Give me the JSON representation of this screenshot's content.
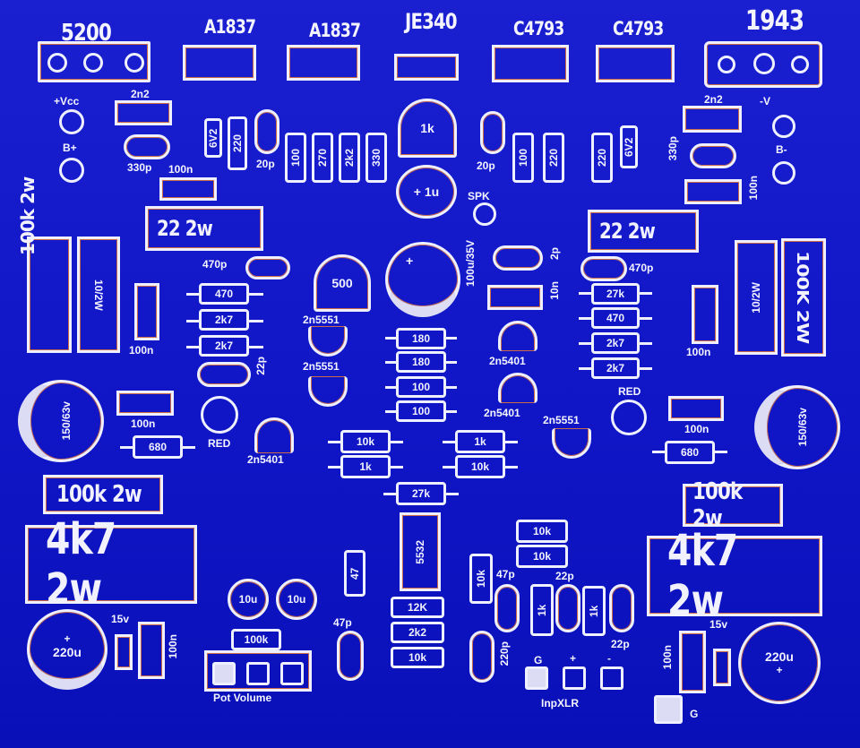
{
  "board": {
    "background_color": "#1016c6",
    "silkscreen_color": "#eef0ff",
    "copper_edge_color": "#c96a4a"
  },
  "transistors_top": [
    {
      "label": "5200"
    },
    {
      "label": "A1837"
    },
    {
      "label": "A1837"
    },
    {
      "label": "JE340"
    },
    {
      "label": "C4793"
    },
    {
      "label": "C4793"
    },
    {
      "label": "1943"
    }
  ],
  "top_left": {
    "vcc_label": "+Vcc",
    "bplus_label": "B+",
    "cap_2n2": "2n2",
    "cap_330p": "330p",
    "cap_100n": "100n",
    "diode_label": "6V2",
    "res_220": "220",
    "cap_20p": "20p",
    "res_100": "100",
    "res_270": "270",
    "res_2k2": "2k2",
    "res_330": "330"
  },
  "top_center": {
    "trimmer_1k": "1k",
    "cap_1u": "+ 1u",
    "cap_20p": "20p",
    "res_100": "100",
    "res_220": "220",
    "jumper_label": "SPK"
  },
  "top_right": {
    "res_220": "220",
    "diode_label": "6V2",
    "cap_2n2": "2n2",
    "cap_330p": "330p",
    "cap_100n": "100n",
    "minus_v_label": "-V",
    "b_minus_label": "B-"
  },
  "left_section": {
    "res_22_2w": "22 2w",
    "res_100k_2w_vertical": "100k 2w",
    "res_10_2w": "10/2W",
    "cap_100n_a": "100n",
    "cap_470p": "470p",
    "res_470": "470",
    "res_2k7_a": "2k7",
    "res_2k7_b": "2k7",
    "cap_22p": "22p",
    "elcap_150": "150/63v",
    "cap_100n_b": "100n",
    "res_680": "680",
    "led_label": "RED",
    "transistor_2n5401": "2n5401"
  },
  "center_section": {
    "trimmer_500": "500",
    "q_2n5551_a": "2n5551",
    "q_2n5551_b": "2n5551",
    "elcap_100u": "100u/35V",
    "res_180_a": "180",
    "res_180_b": "180",
    "res_100_a": "100",
    "res_100_b": "100",
    "cap_2p": "2p",
    "cap_10n": "10n",
    "q_2n5401_a": "2n5401",
    "q_2n5401_b": "2n5401",
    "q_2n5551_c": "2n5551",
    "res_10k_a": "10k",
    "res_1k_a": "1k",
    "res_1k_b": "1k",
    "res_10k_b": "10k",
    "res_27k": "27k"
  },
  "right_section": {
    "res_22_2w": "22 2w",
    "cap_470p": "470p",
    "res_27k": "27k",
    "res_470": "470",
    "res_2k7_a": "2k7",
    "res_2k7_b": "2k7",
    "led_label": "RED",
    "cap_100n_a": "100n",
    "res_10_2w": "10/2W",
    "res_100k_2w_vertical": "100K 2W",
    "cap_100n_b": "100n",
    "res_680": "680",
    "elcap_150": "150/63v"
  },
  "bottom_left": {
    "res_100k_2w": "100k 2w",
    "res_4k7_2w": "4k7 2w",
    "elcap_220u": "220u",
    "plus_sign": "+",
    "zener_15v": "15v",
    "cap_100n": "100n",
    "elcap_10u_a": "10u",
    "elcap_10u_b": "10u",
    "res_100k": "100k",
    "pot_label": "Pot Volume",
    "res_47": "47",
    "cap_47p": "47p"
  },
  "bottom_center": {
    "ic_label": "5532",
    "res_12k": "12K",
    "res_2k2": "2k2",
    "res_10k": "10k",
    "res_10k_a": "10k",
    "res_10k_b": "10k",
    "res_10k_c": "10k",
    "cap_47p": "47p",
    "cap_22p_a": "22p",
    "res_1k_a": "1k",
    "res_1k_b": "1k",
    "cap_22p_b": "22p",
    "cap_220p": "220p",
    "xlr_g": "G",
    "xlr_plus": "+",
    "xlr_minus": "-",
    "xlr_label": "InpXLR"
  },
  "bottom_right": {
    "res_100k_2w": "100k 2w",
    "res_4k7_2w": "4k7 2w",
    "zener_15v": "15v",
    "cap_100n": "100n",
    "elcap_220u": "220u",
    "plus_sign": "+",
    "gnd_label": "G"
  }
}
